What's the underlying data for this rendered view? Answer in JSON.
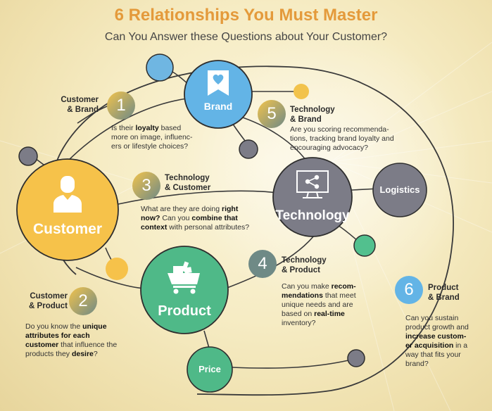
{
  "header": {
    "title": "6 Relationships You Must Master",
    "subtitle": "Can You Answer these Questions about Your Customer?"
  },
  "nodes": {
    "customer": "Customer",
    "brand": "Brand",
    "technology": "Technology",
    "product": "Product",
    "logistics": "Logistics",
    "price": "Price"
  },
  "relationships": [
    {
      "number": "1",
      "title_lines": [
        "Customer",
        "& Brand"
      ],
      "question": [
        [
          {
            "t": "Is their "
          },
          {
            "t": "loyalty",
            "b": true
          },
          {
            "t": " based"
          }
        ],
        [
          {
            "t": "more on image, influenc-"
          }
        ],
        [
          {
            "t": "ers or lifestyle choices?"
          }
        ]
      ]
    },
    {
      "number": "2",
      "title_lines": [
        "Customer",
        "& Product"
      ],
      "question": [
        [
          {
            "t": "Do you know the "
          },
          {
            "t": "unique",
            "b": true
          }
        ],
        [
          {
            "t": "attributes for each",
            "b": true
          }
        ],
        [
          {
            "t": "customer",
            "b": true
          },
          {
            "t": " that influence the"
          }
        ],
        [
          {
            "t": "products they "
          },
          {
            "t": "desire",
            "b": true
          },
          {
            "t": "?"
          }
        ]
      ]
    },
    {
      "number": "3",
      "title_lines": [
        "Technology",
        "& Customer"
      ],
      "question": [
        [
          {
            "t": "What are they are doing "
          },
          {
            "t": "right",
            "b": true
          }
        ],
        [
          {
            "t": "now?",
            "b": true
          },
          {
            "t": " Can you "
          },
          {
            "t": "combine that",
            "b": true
          }
        ],
        [
          {
            "t": "context",
            "b": true
          },
          {
            "t": " with personal attributes?"
          }
        ]
      ]
    },
    {
      "number": "4",
      "title_lines": [
        "Technology",
        "& Product"
      ],
      "question": [
        [
          {
            "t": "Can you make "
          },
          {
            "t": "recom-",
            "b": true
          }
        ],
        [
          {
            "t": "mendations",
            "b": true
          },
          {
            "t": " that meet"
          }
        ],
        [
          {
            "t": "unique needs and are"
          }
        ],
        [
          {
            "t": "based on "
          },
          {
            "t": "real-time",
            "b": true
          }
        ],
        [
          {
            "t": "inventory?"
          }
        ]
      ]
    },
    {
      "number": "5",
      "title_lines": [
        "Technology",
        "& Brand"
      ],
      "question": [
        [
          {
            "t": "Are you scoring recommenda-"
          }
        ],
        [
          {
            "t": "tions, tracking brand loyalty and"
          }
        ],
        [
          {
            "t": "encouraging advocacy?"
          }
        ]
      ]
    },
    {
      "number": "6",
      "title_lines": [
        "Product",
        "& Brand"
      ],
      "question": [
        [
          {
            "t": "Can you sustain"
          }
        ],
        [
          {
            "t": "product growth and"
          }
        ],
        [
          {
            "t": "increase custom-",
            "b": true
          }
        ],
        [
          {
            "t": "er acquisition",
            "b": true
          },
          {
            "t": " in a"
          }
        ],
        [
          {
            "t": "way that fits your"
          }
        ],
        [
          {
            "t": "brand?"
          }
        ]
      ]
    }
  ],
  "colors": {
    "title": "#e49a3b",
    "customer": "#f6c24a",
    "brand": "#63b4e6",
    "technology": "#7c7c87",
    "product": "#4fb988",
    "logistics": "#7c7c87",
    "price": "#4fb988",
    "badge_gradient": [
      "#f2c34c",
      "#6f8a86"
    ],
    "lines": "#3a3a3a",
    "accent_green": "#52c08e",
    "accent_gray": "#7c7c87",
    "accent_yellow": "#f6c24a",
    "accent_blue": "#63b4e6"
  },
  "icons": {
    "customer": "person-icon",
    "brand": "heart-bookmark-icon",
    "technology": "share-monitor-icon",
    "product": "shopping-cart-icon"
  }
}
